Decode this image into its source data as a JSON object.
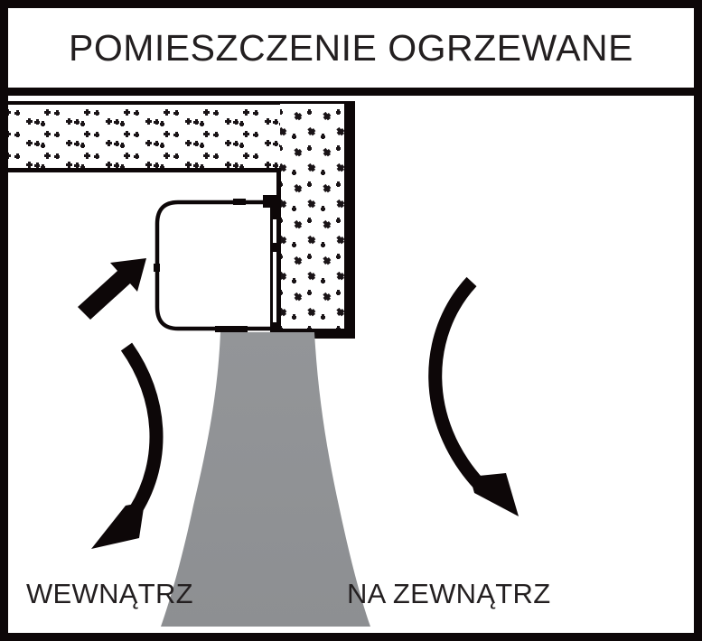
{
  "figure": {
    "title": "POMIESZCZENIE OGRZEWANE",
    "kind": "technical-cross-section-diagram",
    "subject": "wall-mounted decentralised heat-recovery ventilation unit in an insulated external wall"
  },
  "labels": {
    "inside": "WEWNĄTRZ",
    "outside": "NA ZEWNĄTRZ"
  },
  "colors": {
    "ink": "#0d0708",
    "text": "#231f20",
    "paper": "#ffffff",
    "plume_gray": "#939598",
    "insulation_dot": "#1a1417"
  },
  "elements": {
    "title_box": "POMIESZCZENIE OGRZEWANE",
    "wall_horizontal": "insulated ceiling / upper wall slab with speckled insulation hatch",
    "wall_vertical": "insulated external wall with speckled insulation hatch",
    "unit": "rounded-rectangle ventilation unit mounted on the inner face of the wall",
    "duct_slot": "vertical air duct slot through the wall behind the unit",
    "arrow_supply": "straight arrow pointing up-right into the unit",
    "arrow_inside_flow": "curved arrow bowing right, pointing down-left (air delivered indoors)",
    "arrow_outside_flow": "curved arrow bowing left, pointing down-right (air expelled outdoors)",
    "plume": "gray flared plume descending from the unit outlet and widening toward the floor"
  }
}
